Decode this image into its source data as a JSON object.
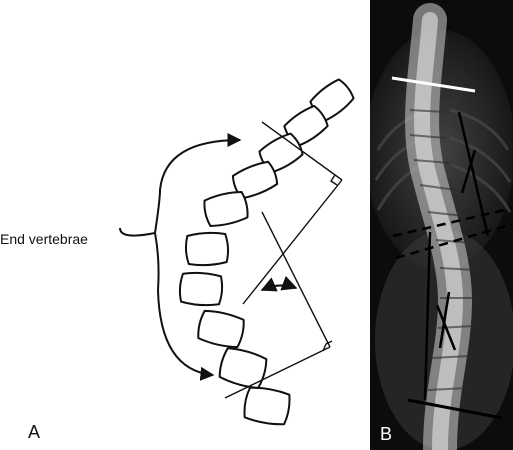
{
  "panel_a": {
    "label": "A",
    "annotation": "End vertebrae"
  },
  "panel_b": {
    "label": "B"
  },
  "colors": {
    "ink": "#111111",
    "xray_background": "#0c0c0c",
    "bone": "#cfcfcf",
    "marker_line": "#ffffff"
  }
}
